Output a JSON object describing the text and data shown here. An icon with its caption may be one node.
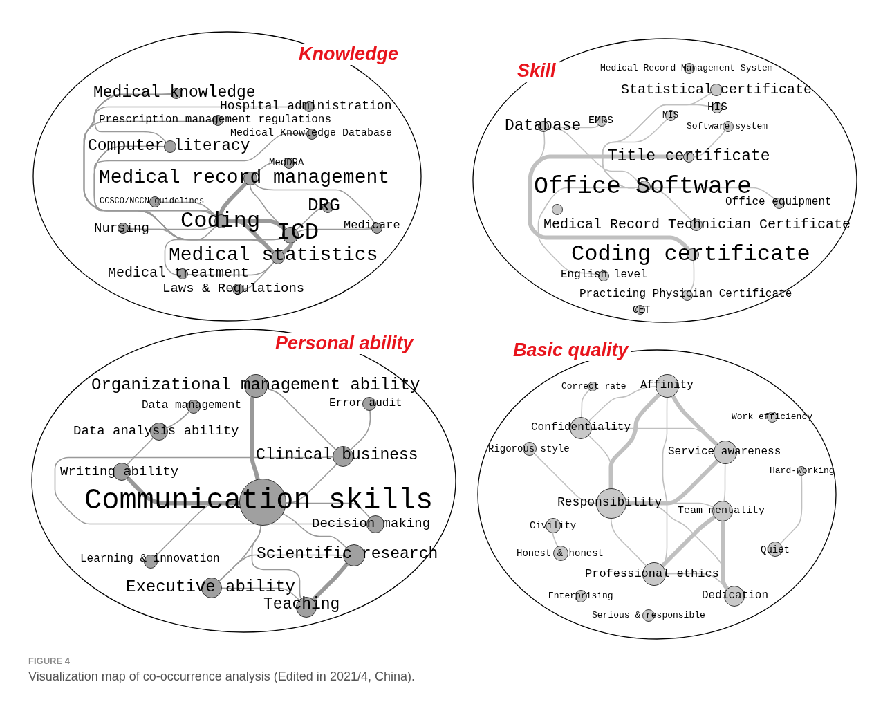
{
  "diagram": {
    "caption": "Visualization map of co-occurrence analysis (Edited in 2021/4, China).",
    "labels": [
      "FIGURE 4"
    ],
    "nodes": [
      {
        "text": [
          "Knowledge"
        ]
      },
      {
        "text": [
          "Medical knowledge"
        ],
        "in": 0
      },
      {
        "text": [
          "Hospital administration"
        ],
        "in": 0
      },
      {
        "text": [
          "Prescription management regulations"
        ],
        "in": 0
      },
      {
        "text": [
          "Medical Knowledge Database"
        ],
        "in": 0
      },
      {
        "text": [
          "Computer literacy"
        ],
        "in": 0
      },
      {
        "text": [
          "MedDRA"
        ],
        "in": 0
      },
      {
        "text": [
          "Medical record management"
        ],
        "in": 0
      },
      {
        "text": [
          "CCSCO/NCCN guidelines"
        ],
        "in": 0
      },
      {
        "text": [
          "DRG"
        ],
        "in": 0
      },
      {
        "text": [
          "Coding"
        ],
        "in": 0
      },
      {
        "text": [
          "Nursing"
        ],
        "in": 0
      },
      {
        "text": [
          "ICD"
        ],
        "in": 0
      },
      {
        "text": [
          "Medicare"
        ],
        "in": 0
      },
      {
        "text": [
          "Medical statistics"
        ],
        "in": 0
      },
      {
        "text": [
          "Medical treatment"
        ],
        "in": 0
      },
      {
        "text": [
          "Laws & Regulations"
        ],
        "in": 0
      },
      {
        "text": [
          "Skill"
        ]
      },
      {
        "text": [
          "Medical Record Management System"
        ],
        "in": 17
      },
      {
        "text": [
          "Statistical certificate"
        ],
        "in": 17
      },
      {
        "text": [
          "Database"
        ],
        "in": 17
      },
      {
        "text": [
          "EMRS"
        ],
        "in": 17
      },
      {
        "text": [
          "MIS"
        ],
        "in": 17
      },
      {
        "text": [
          "HIS"
        ],
        "in": 17
      },
      {
        "text": [
          "Software system"
        ],
        "in": 17
      },
      {
        "text": [
          "Title certificate"
        ],
        "in": 17
      },
      {
        "text": [
          "Office Software"
        ],
        "in": 17
      },
      {
        "text": [
          "Office equipment"
        ],
        "in": 17
      },
      {
        "text": [],
        "shape": "circle",
        "in": 17
      },
      {
        "text": [
          "Medical Record Technician Certificate"
        ],
        "in": 17
      },
      {
        "text": [
          "Coding certificate"
        ],
        "in": 17
      },
      {
        "text": [
          "English level"
        ],
        "in": 17
      },
      {
        "text": [
          "Practicing Physician Certificate"
        ],
        "in": 17
      },
      {
        "text": [
          "CET"
        ],
        "in": 17
      },
      {
        "text": [
          "Personal ability"
        ]
      },
      {
        "text": [
          "Organizational management ability"
        ],
        "in": 34
      },
      {
        "text": [
          "Data management"
        ],
        "in": 34
      },
      {
        "text": [
          "Error audit"
        ],
        "in": 34
      },
      {
        "text": [
          "Data analysis ability"
        ],
        "in": 34
      },
      {
        "text": [
          "Clinical business"
        ],
        "in": 34
      },
      {
        "text": [
          "Writing ability"
        ],
        "in": 34
      },
      {
        "text": [
          "Communication skills"
        ],
        "in": 34
      },
      {
        "text": [
          "Decision making"
        ],
        "in": 34
      },
      {
        "text": [
          "Learning & innovation"
        ],
        "in": 34
      },
      {
        "text": [
          "Scientific research"
        ],
        "in": 34
      },
      {
        "text": [
          "Executive ability"
        ],
        "in": 34
      },
      {
        "text": [
          "Teaching"
        ],
        "in": 34
      },
      {
        "text": [
          "Basic quality"
        ]
      },
      {
        "text": [
          "Correct rate"
        ],
        "in": 47
      },
      {
        "text": [
          "Affinity"
        ],
        "in": 47
      },
      {
        "text": [
          "Work efficiency"
        ],
        "in": 47
      },
      {
        "text": [
          "Confidentiality"
        ],
        "in": 47
      },
      {
        "text": [
          "Rigorous style"
        ],
        "in": 47
      },
      {
        "text": [
          "Service awareness"
        ],
        "in": 47
      },
      {
        "text": [
          "Hard-working"
        ],
        "in": 47
      },
      {
        "text": [
          "Responsibility"
        ],
        "in": 47
      },
      {
        "text": [
          "Team mentality"
        ],
        "in": 47
      },
      {
        "text": [
          "Civility"
        ],
        "in": 47
      },
      {
        "text": [
          "Honest & honest"
        ],
        "in": 47
      },
      {
        "text": [
          "Quiet"
        ],
        "in": 47
      },
      {
        "text": [
          "Professional ethics"
        ],
        "in": 47
      },
      {
        "text": [
          "Enterprising"
        ],
        "in": 47
      },
      {
        "text": [
          "Dedication"
        ],
        "in": 47
      },
      {
        "text": [
          "Serious & responsible"
        ],
        "in": 47
      }
    ],
    "edges": [
      {
        "from": 10,
        "to": 12,
        "arrow": "none",
        "style": "thick"
      },
      {
        "from": 10,
        "to": 7,
        "arrow": "none",
        "style": "thick"
      },
      {
        "from": 10,
        "to": 14,
        "arrow": "none",
        "style": "thick"
      },
      {
        "from": 12,
        "to": 14,
        "arrow": "none",
        "style": "thick"
      },
      {
        "from": 7,
        "to": 12,
        "arrow": "none"
      },
      {
        "from": 1,
        "to": 10,
        "arrow": "none"
      },
      {
        "from": 1,
        "to": 14,
        "arrow": "none"
      },
      {
        "from": 1,
        "to": 5,
        "arrow": "none"
      },
      {
        "from": 5,
        "to": 10,
        "arrow": "none"
      },
      {
        "from": 5,
        "to": 14,
        "arrow": "none"
      },
      {
        "from": 11,
        "to": 10,
        "arrow": "none"
      },
      {
        "from": 11,
        "to": 14,
        "arrow": "none"
      },
      {
        "from": 8,
        "to": 10,
        "arrow": "none"
      },
      {
        "from": 2,
        "to": 12,
        "arrow": "none"
      },
      {
        "from": 4,
        "to": 12,
        "arrow": "none"
      },
      {
        "from": 6,
        "to": 7,
        "arrow": "none"
      },
      {
        "from": 9,
        "to": 12,
        "arrow": "none"
      },
      {
        "from": 13,
        "to": 12,
        "arrow": "none"
      },
      {
        "from": 13,
        "to": 7,
        "arrow": "none"
      },
      {
        "from": 15,
        "to": 10,
        "arrow": "none"
      },
      {
        "from": 15,
        "to": 14,
        "arrow": "none"
      },
      {
        "from": 16,
        "to": 14,
        "arrow": "none"
      },
      {
        "from": 3,
        "to": 10,
        "arrow": "none"
      },
      {
        "from": 25,
        "to": 30,
        "arrow": "none",
        "style": "thick",
        "color": "#c0c0c0"
      },
      {
        "from": 20,
        "to": 21,
        "arrow": "none",
        "color": "#c0c0c0"
      },
      {
        "from": 20,
        "to": 26,
        "arrow": "none",
        "color": "#c0c0c0"
      },
      {
        "from": 20,
        "to": 30,
        "arrow": "none",
        "color": "#c0c0c0"
      },
      {
        "from": 26,
        "to": 19,
        "arrow": "none",
        "color": "#c0c0c0"
      },
      {
        "from": 26,
        "to": 22,
        "arrow": "none",
        "color": "#c0c0c0"
      },
      {
        "from": 26,
        "to": 23,
        "arrow": "none",
        "color": "#c0c0c0"
      },
      {
        "from": 26,
        "to": 27,
        "arrow": "none",
        "color": "#c0c0c0"
      },
      {
        "from": 26,
        "to": 31,
        "arrow": "none",
        "color": "#c0c0c0"
      },
      {
        "from": 26,
        "to": 29,
        "arrow": "none",
        "color": "#c0c0c0"
      },
      {
        "from": 30,
        "to": 32,
        "arrow": "none",
        "color": "#c0c0c0"
      },
      {
        "from": 25,
        "to": 24,
        "arrow": "none",
        "color": "#c0c0c0"
      },
      {
        "from": 41,
        "to": 35,
        "arrow": "none",
        "style": "thick"
      },
      {
        "from": 41,
        "to": 40,
        "arrow": "none",
        "style": "thick"
      },
      {
        "from": 41,
        "to": 39,
        "arrow": "none"
      },
      {
        "from": 41,
        "to": 42,
        "arrow": "none"
      },
      {
        "from": 41,
        "to": 44,
        "arrow": "none"
      },
      {
        "from": 41,
        "to": 46,
        "arrow": "none"
      },
      {
        "from": 41,
        "to": 45,
        "arrow": "none"
      },
      {
        "from": 41,
        "to": 43,
        "arrow": "none"
      },
      {
        "from": 35,
        "to": 39,
        "arrow": "none"
      },
      {
        "from": 37,
        "to": 39,
        "arrow": "none"
      },
      {
        "from": 39,
        "to": 42,
        "arrow": "none"
      },
      {
        "from": 40,
        "to": 38,
        "arrow": "none"
      },
      {
        "from": 38,
        "to": 36,
        "arrow": "none"
      },
      {
        "from": 44,
        "to": 46,
        "arrow": "none",
        "style": "thick"
      },
      {
        "from": 44,
        "to": 45,
        "arrow": "none"
      },
      {
        "from": 45,
        "to": 46,
        "arrow": "none"
      },
      {
        "from": 55,
        "to": 49,
        "arrow": "none",
        "style": "thick",
        "color": "#c0c0c0"
      },
      {
        "from": 55,
        "to": 53,
        "arrow": "none",
        "style": "thick",
        "color": "#c0c0c0"
      },
      {
        "from": 49,
        "to": 53,
        "arrow": "none",
        "style": "thick",
        "color": "#c0c0c0"
      },
      {
        "from": 55,
        "to": 51,
        "arrow": "none",
        "color": "#c0c0c0"
      },
      {
        "from": 55,
        "to": 52,
        "arrow": "none",
        "color": "#c0c0c0"
      },
      {
        "from": 55,
        "to": 60,
        "arrow": "none",
        "color": "#c0c0c0"
      },
      {
        "from": 55,
        "to": 56,
        "arrow": "none",
        "color": "#c0c0c0"
      },
      {
        "from": 55,
        "to": 62,
        "arrow": "none",
        "color": "#c0c0c0"
      },
      {
        "from": 51,
        "to": 48,
        "arrow": "none",
        "color": "#c0c0c0"
      },
      {
        "from": 51,
        "to": 53,
        "arrow": "none",
        "color": "#c0c0c0"
      },
      {
        "from": 49,
        "to": 51,
        "arrow": "none",
        "color": "#c0c0c0"
      },
      {
        "from": 49,
        "to": 60,
        "arrow": "none",
        "color": "#c0c0c0"
      },
      {
        "from": 53,
        "to": 56,
        "arrow": "none",
        "color": "#c0c0c0"
      },
      {
        "from": 56,
        "to": 60,
        "arrow": "none",
        "style": "thick",
        "color": "#c0c0c0"
      },
      {
        "from": 56,
        "to": 62,
        "arrow": "none",
        "style": "thick",
        "color": "#c0c0c0"
      },
      {
        "from": 60,
        "to": 62,
        "arrow": "none",
        "color": "#c0c0c0"
      },
      {
        "from": 57,
        "to": 58,
        "arrow": "none",
        "color": "#c0c0c0"
      },
      {
        "from": 54,
        "to": 59,
        "arrow": "none",
        "color": "#c0c0c0"
      }
    ]
  }
}
